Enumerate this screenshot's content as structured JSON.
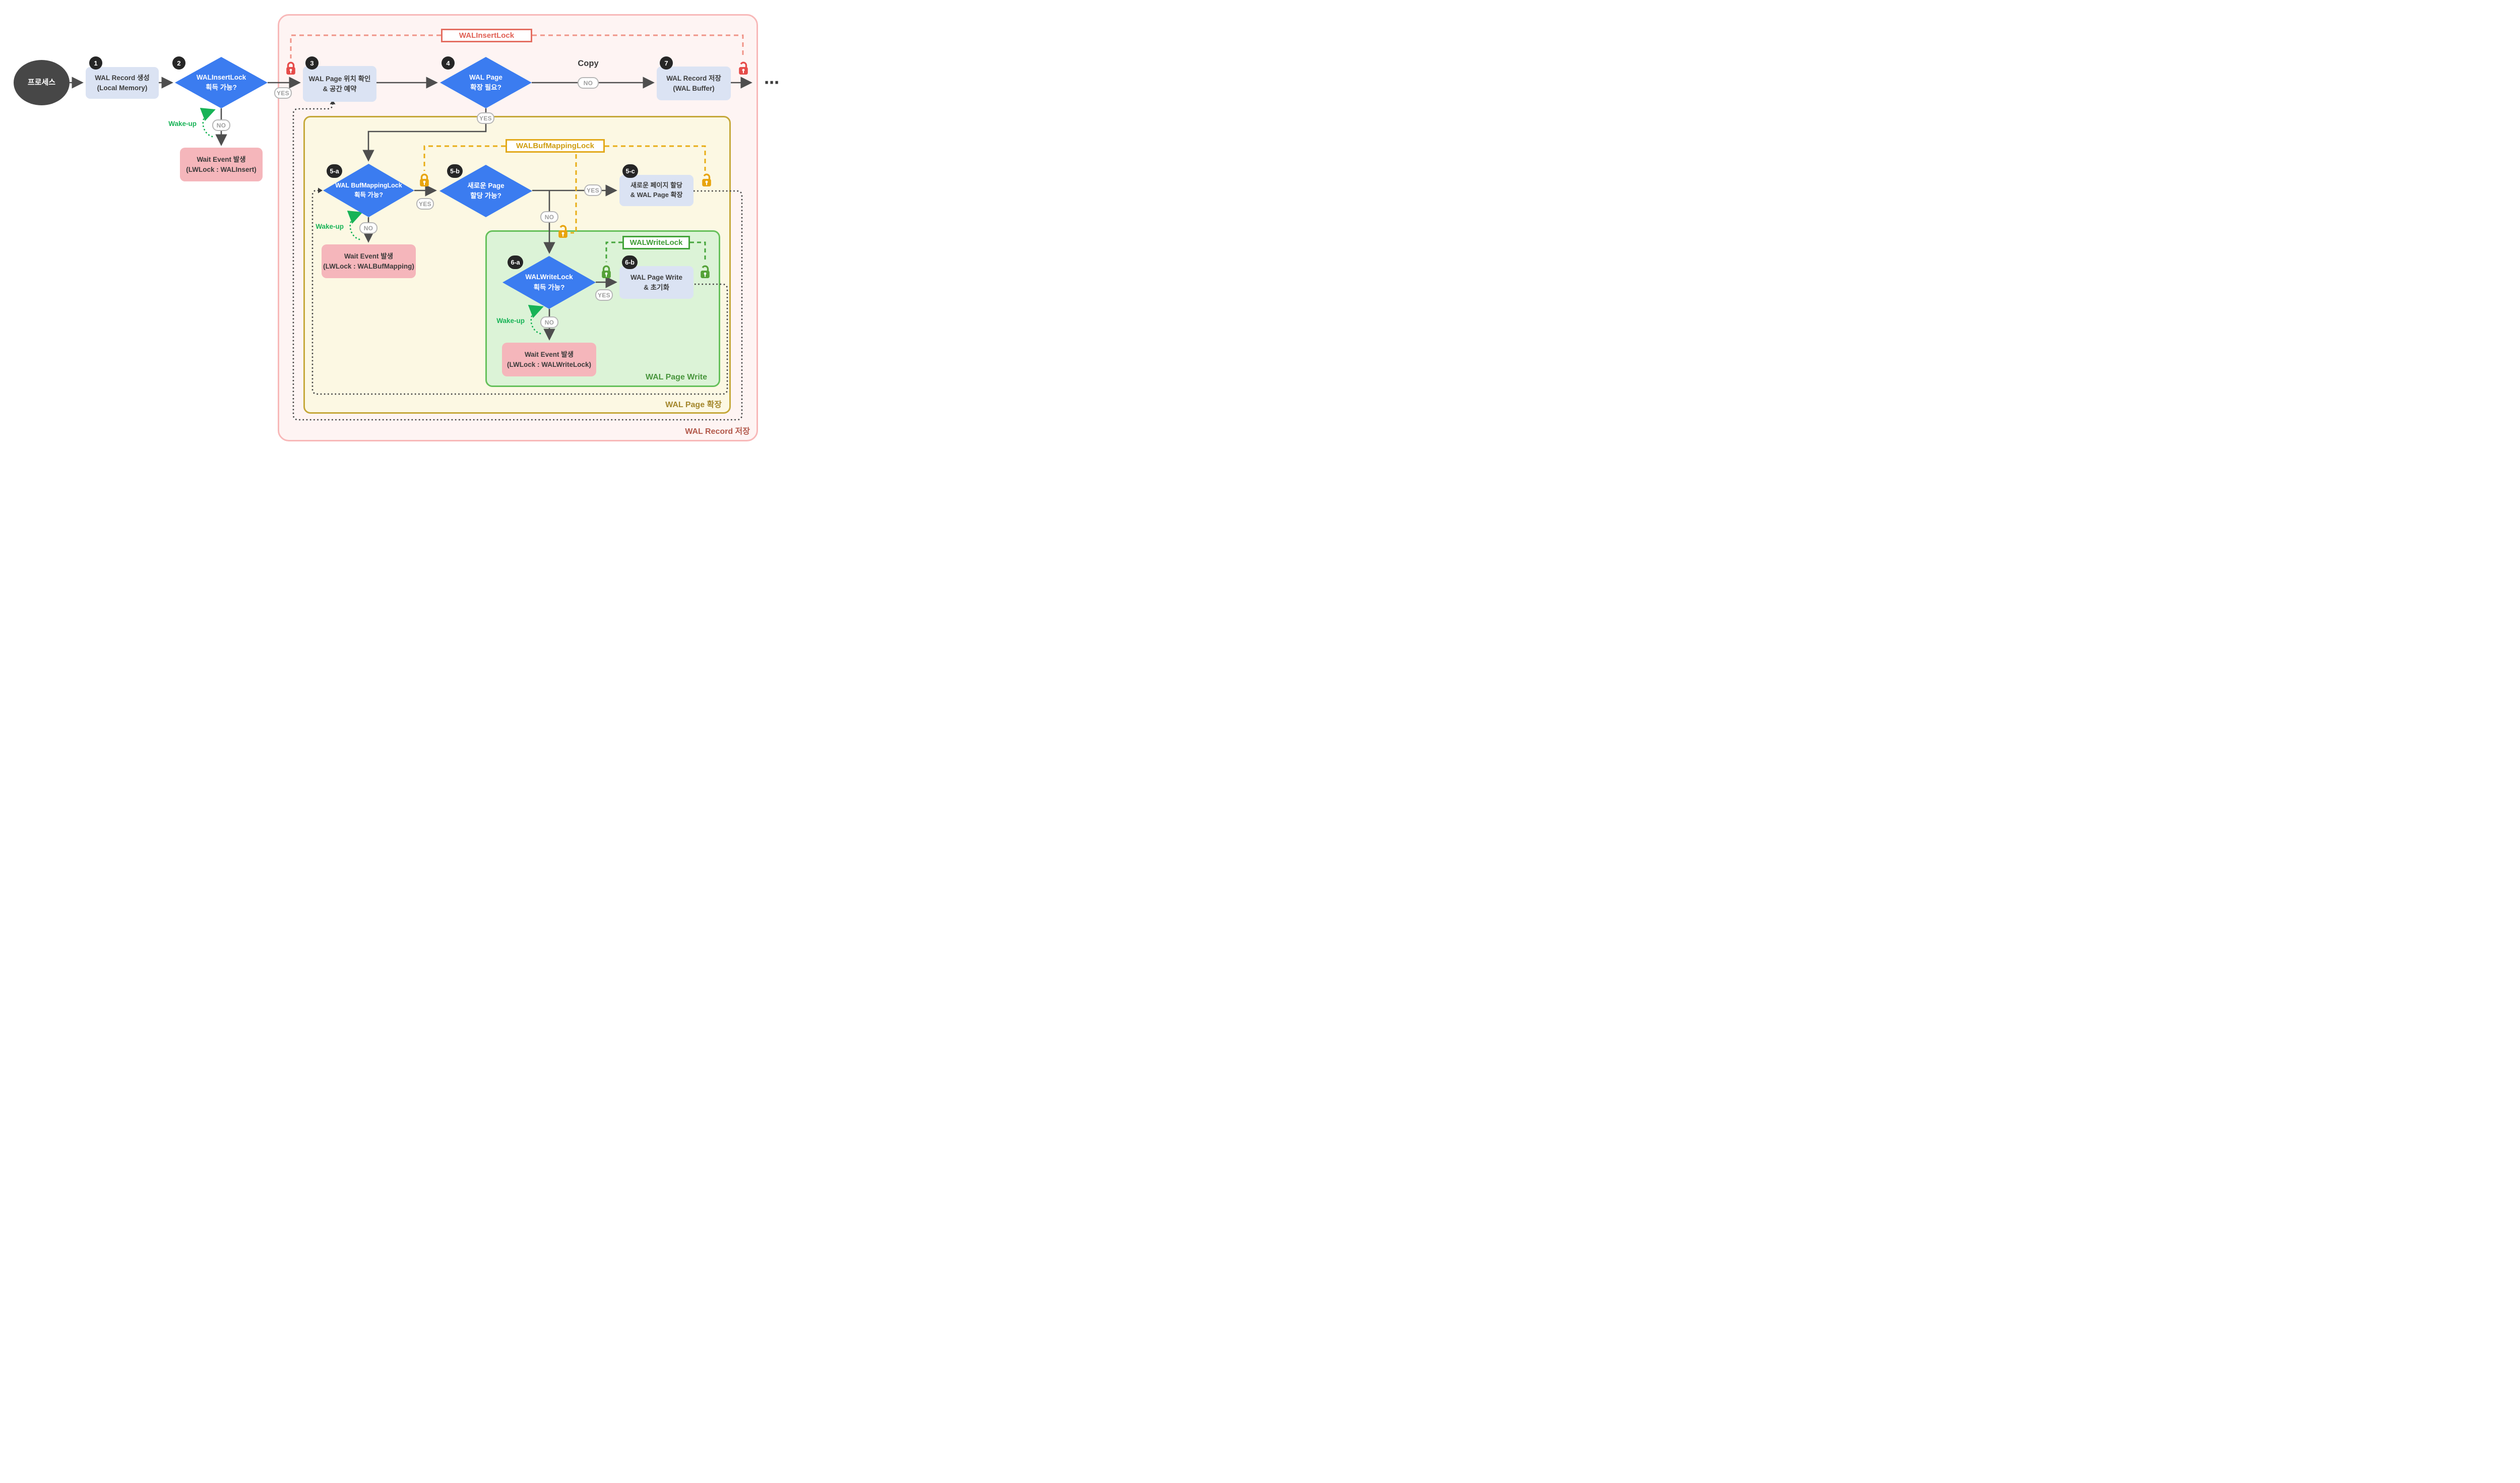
{
  "regions": {
    "record_store": {
      "label": "WAL Record 저장"
    },
    "page_expand": {
      "label": "WAL Page 확장"
    },
    "page_write": {
      "label": "WAL Page Write"
    }
  },
  "lock_banners": {
    "insert": {
      "label": "WALInsertLock"
    },
    "bufmapping": {
      "label": "WALBufMappingLock"
    },
    "write": {
      "label": "WALWriteLock"
    }
  },
  "nodes": {
    "process": {
      "label": "프로세스"
    },
    "step1": {
      "badge": "1",
      "line1": "WAL Record 생성",
      "line2": "(Local Memory)"
    },
    "step2": {
      "badge": "2",
      "line1": "WALInsertLock",
      "line2": "획득 가능?"
    },
    "step3": {
      "badge": "3",
      "line1": "WAL Page 위치 확인",
      "line2": "& 공간 예약"
    },
    "step4": {
      "badge": "4",
      "line1": "WAL Page",
      "line2": "확장 필요?"
    },
    "step7": {
      "badge": "7",
      "line1": "WAL Record 저장",
      "line2": "(WAL Buffer)"
    },
    "step5a": {
      "badge": "5-a",
      "line1": "WAL BufMappingLock",
      "line2": "획득 가능?"
    },
    "step5b": {
      "badge": "5-b",
      "line1": "새로운 Page",
      "line2": "할당 가능?"
    },
    "step5c": {
      "badge": "5-c",
      "line1": "새로운 페이지 할당",
      "line2": "& WAL Page 확장"
    },
    "step6a": {
      "badge": "6-a",
      "line1": "WALWriteLock",
      "line2": "획득 가능?"
    },
    "step6b": {
      "badge": "6-b",
      "line1": "WAL Page Write",
      "line2": "& 초기화"
    },
    "wait_insert": {
      "line1": "Wait Event 발생",
      "line2": "(LWLock : WALInsert)"
    },
    "wait_bufmapping": {
      "line1": "Wait Event 발생",
      "line2": "(LWLock : WALBufMapping)"
    },
    "wait_write": {
      "line1": "Wait Event 발생",
      "line2": "(LWLock : WALWriteLock)"
    }
  },
  "edge_labels": {
    "yes": "YES",
    "no": "NO",
    "copy": "Copy",
    "wake_up": "Wake-up",
    "ellipsis": "⋯"
  },
  "colors": {
    "diamond_blue": "#3b7cf0",
    "process_gray": "#474747",
    "step_box_blue": "#dbe3f3",
    "wait_pink": "#f5b6bb",
    "record_region_border": "#f8b8b8",
    "expand_region_border": "#c5a83a",
    "write_region_border": "#65c05a",
    "insert_lock_red": "#e05f53",
    "bufmapping_lock_gold": "#e2a91b",
    "write_lock_green": "#43a339",
    "lock_icon_red": "#e64c4a",
    "lock_icon_orange": "#e8a40d",
    "lock_icon_green": "#55a238",
    "wakeup_green": "#17b356"
  }
}
